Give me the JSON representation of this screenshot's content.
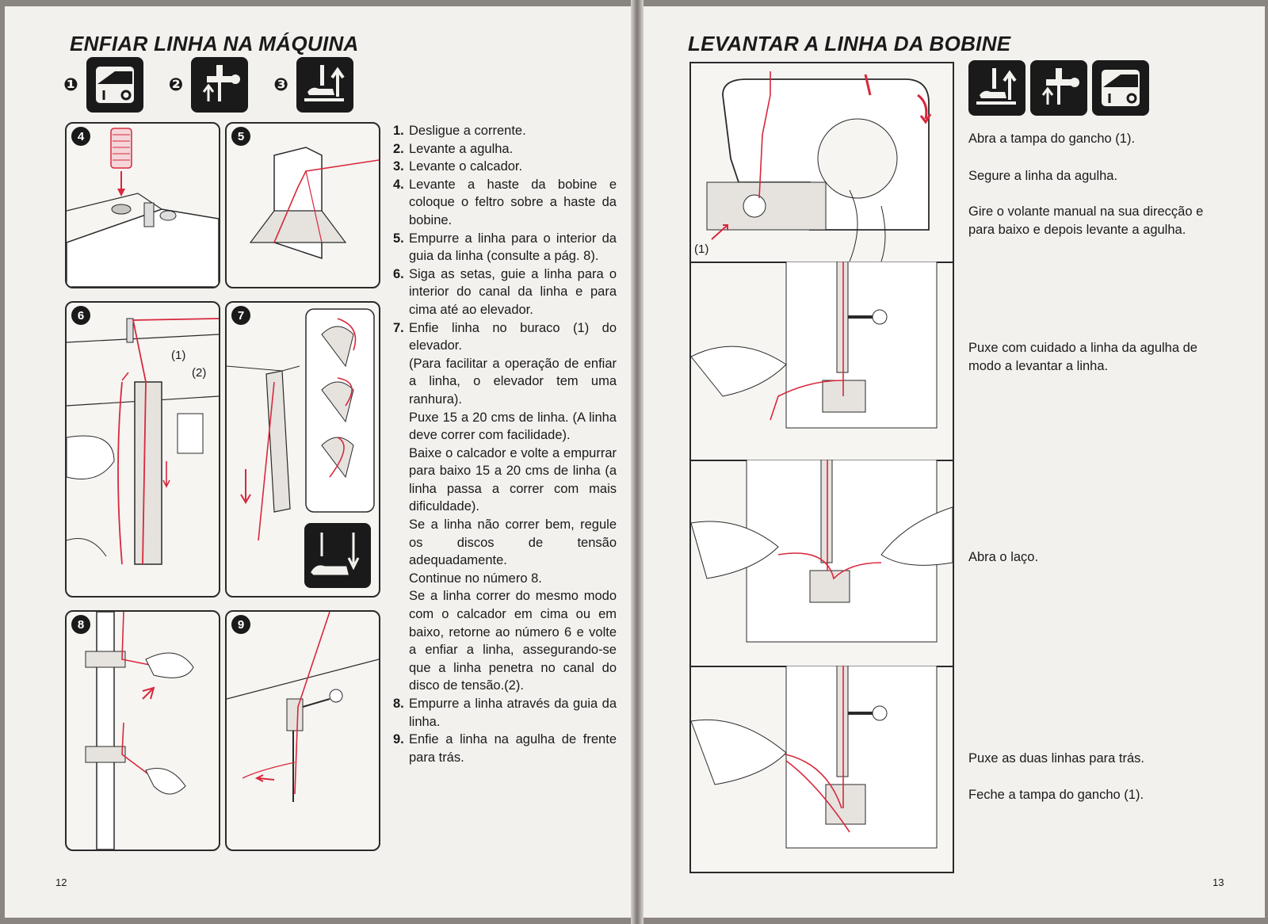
{
  "left_page": {
    "title": "ENFIAR LINHA NA MÁQUINA",
    "top_icons": [
      {
        "num": "❶",
        "icon": "power-switch-icon"
      },
      {
        "num": "❷",
        "icon": "needle-up-icon"
      },
      {
        "num": "❸",
        "icon": "presser-foot-up-icon"
      }
    ],
    "panels": [
      {
        "num": "4"
      },
      {
        "num": "5"
      },
      {
        "num": "6",
        "labels": [
          "(1)",
          "(2)"
        ]
      },
      {
        "num": "7"
      },
      {
        "num": "8"
      },
      {
        "num": "9"
      }
    ],
    "steps": [
      {
        "n": "1.",
        "lines": [
          "Desligue a corrente."
        ]
      },
      {
        "n": "2.",
        "lines": [
          "Levante a agulha."
        ]
      },
      {
        "n": "3.",
        "lines": [
          "Levante o calcador."
        ]
      },
      {
        "n": "4.",
        "lines": [
          "Levante a haste da bobine e coloque o feltro sobre a haste da bobine."
        ]
      },
      {
        "n": "5.",
        "lines": [
          "Empurre a linha para o interior da guia da linha (consulte a pág. 8)."
        ]
      },
      {
        "n": "6.",
        "lines": [
          "Siga as setas, guie a linha para o interior do canal da linha e para cima até ao elevador."
        ]
      },
      {
        "n": "7.",
        "lines": [
          "Enfie linha no buraco (1) do elevador.",
          "(Para facilitar a operação de enfiar a linha, o elevador tem uma ranhura).",
          "Puxe 15 a 20 cms de linha. (A linha deve correr com facilidade).",
          "Baixe o calcador e volte a empurrar para baixo 15 a 20 cms de linha (a linha passa a correr com mais dificuldade).",
          "Se a linha não correr bem, regule os discos de tensão adequadamente.",
          "Continue no número 8.",
          "Se a linha correr do mesmo modo com o calcador em cima ou em baixo, retorne ao número 6 e volte a enfiar a linha, assegurando-se que a linha penetra no canal do disco de tensão.(2)."
        ]
      },
      {
        "n": "8.",
        "lines": [
          "Empurre a linha através da guia da linha."
        ]
      },
      {
        "n": "9.",
        "lines": [
          "Enfie a linha na agulha de frente para trás."
        ]
      }
    ],
    "page_number": "12"
  },
  "right_page": {
    "title": "LEVANTAR A LINHA DA BOBINE",
    "top_icons": [
      "presser-foot-up-icon",
      "needle-up-icon",
      "power-switch-icon"
    ],
    "panel_label": "(1)",
    "instructions": [
      "Abra a tampa do gancho (1).",
      "Segure a linha da agulha.",
      "Gire o volante manual na sua direcção e para baixo e depois levante a agulha.",
      "Puxe com cuidado a linha da agulha de modo a levantar a linha.",
      "Abra o laço.",
      "Puxe as duas linhas para trás.",
      "Feche a tampa do gancho (1)."
    ],
    "page_number": "13"
  },
  "colors": {
    "thread": "#d8283c",
    "ink": "#1a1a1a",
    "paper": "#f3f1ee"
  }
}
